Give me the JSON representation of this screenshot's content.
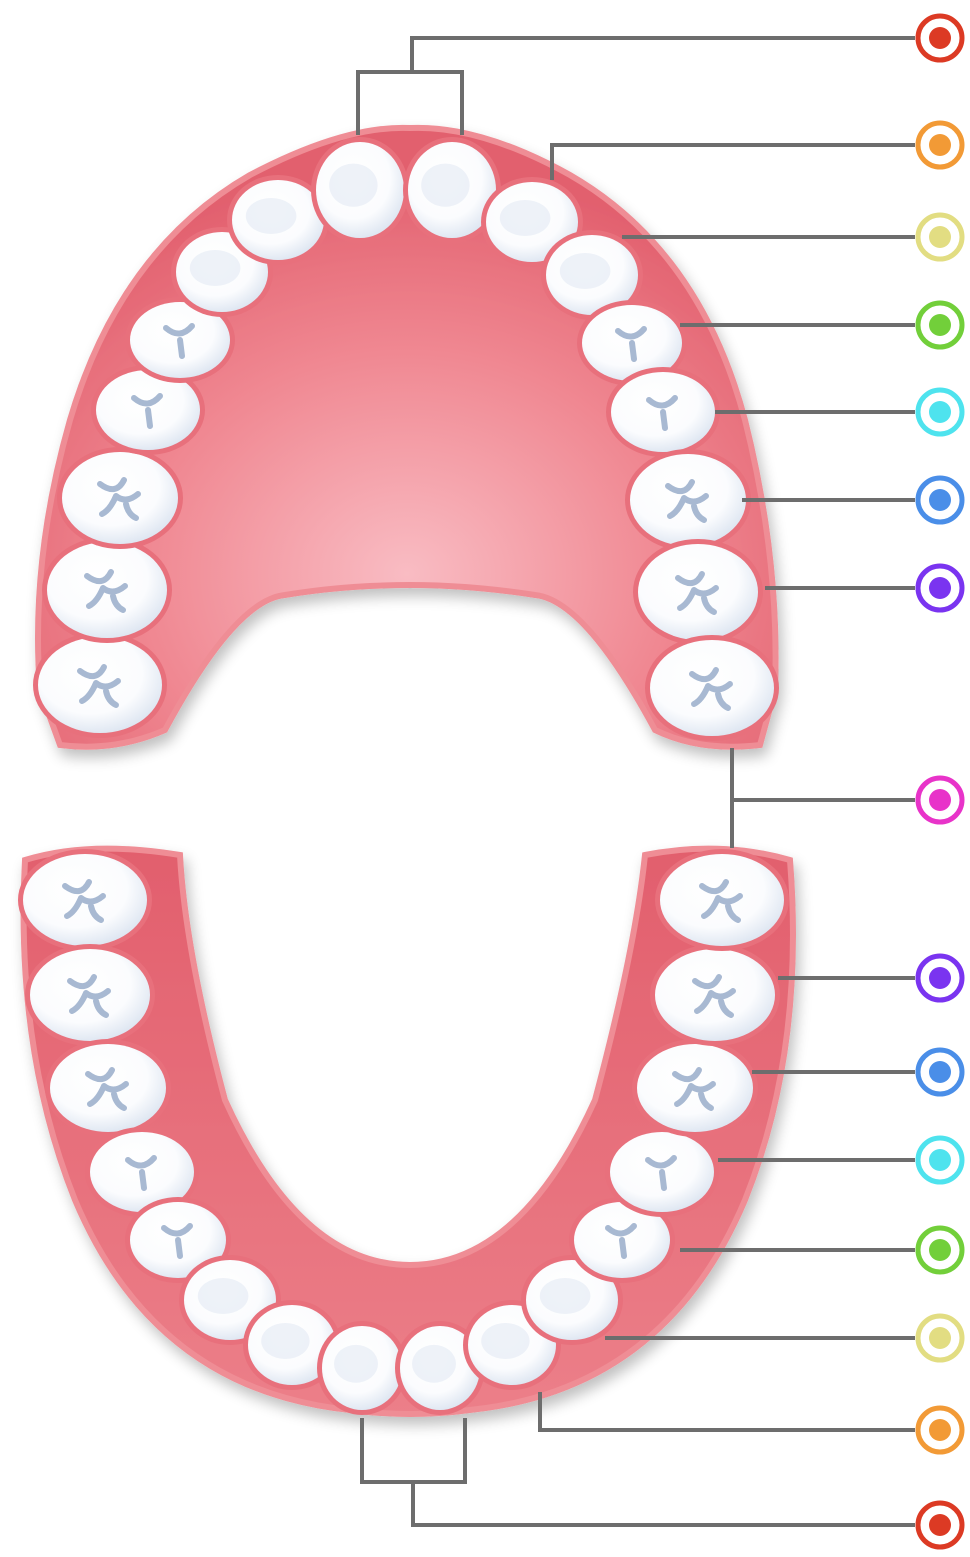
{
  "diagram": {
    "kind": "dental arch chart",
    "arches": [
      {
        "name": "upper-arch",
        "tooth_count": 16
      },
      {
        "name": "lower-arch",
        "tooth_count": 16
      }
    ],
    "colors": {
      "background": "#ffffff",
      "gum": "#e9707c",
      "gum_dark": "#dd5f6d",
      "gum_edge": "#ef8d95",
      "palate_light": "#f7b2ba",
      "tooth_fill": "#ffffff",
      "tooth_shadow": "#cfd9e8",
      "tooth_outline": "#e8707c",
      "fissure": "#a8b9d2",
      "leader_line": "#6d6d6d"
    },
    "markers": [
      {
        "name": "central-incisor",
        "color": "#dc3a24"
      },
      {
        "name": "lateral-incisor",
        "color": "#f29a36"
      },
      {
        "name": "canine",
        "color": "#e2dd82"
      },
      {
        "name": "first-premolar",
        "color": "#72cf3a"
      },
      {
        "name": "second-premolar",
        "color": "#4ee3ee"
      },
      {
        "name": "first-molar",
        "color": "#4a8ee8"
      },
      {
        "name": "second-molar",
        "color": "#7a34f0"
      },
      {
        "name": "third-molar",
        "color": "#e833c9"
      },
      {
        "name": "second-molar",
        "color": "#7a34f0"
      },
      {
        "name": "first-molar",
        "color": "#4a8ee8"
      },
      {
        "name": "second-premolar",
        "color": "#4ee3ee"
      },
      {
        "name": "first-premolar",
        "color": "#72cf3a"
      },
      {
        "name": "canine",
        "color": "#e2dd82"
      },
      {
        "name": "lateral-incisor",
        "color": "#f29a36"
      },
      {
        "name": "central-incisor",
        "color": "#dc3a24"
      }
    ]
  }
}
